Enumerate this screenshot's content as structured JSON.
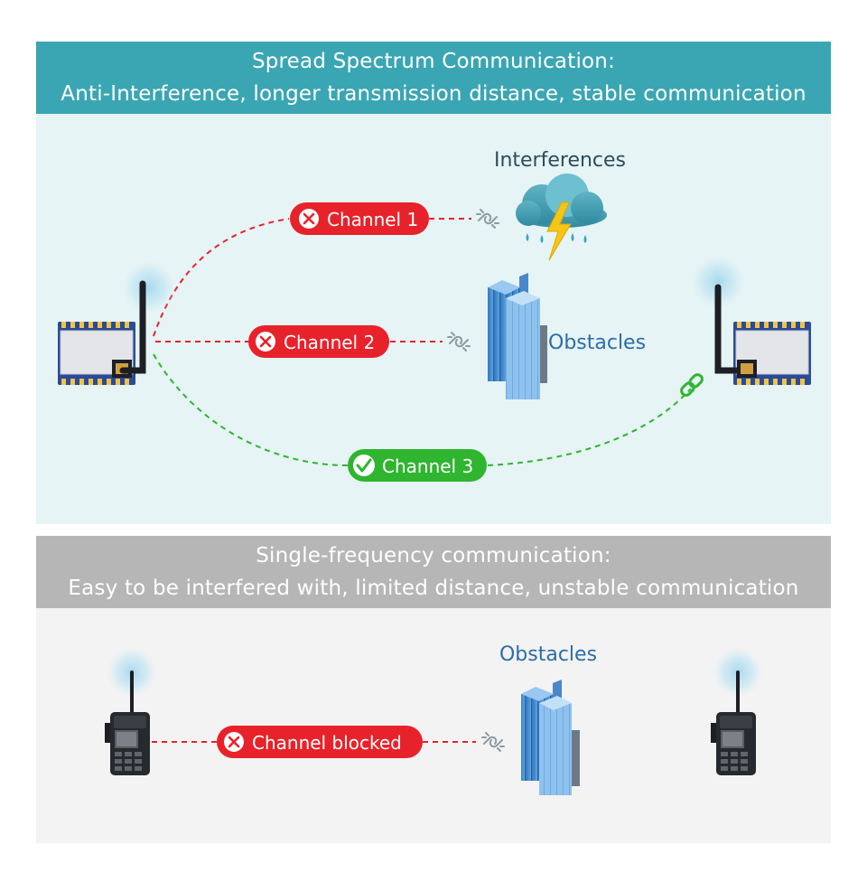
{
  "spread": {
    "title": "Spread Spectrum Communication:",
    "subtitle": "Anti-Interference, longer transmission distance, stable communication",
    "interferences_label": "Interferences",
    "obstacles_label": "Obstacles",
    "channel1": {
      "label": "Channel 1",
      "status": "blocked"
    },
    "channel2": {
      "label": "Channel 2",
      "status": "blocked"
    },
    "channel3": {
      "label": "Channel 3",
      "status": "connected"
    }
  },
  "single": {
    "title": "Single-frequency communication:",
    "subtitle": "Easy to be interfered with, limited distance, unstable communication",
    "obstacles_label": "Obstacles",
    "channel": {
      "label": "Channel blocked",
      "status": "blocked"
    }
  },
  "colors": {
    "spread_banner": "#3aa6b3",
    "single_banner": "#b6b6b6",
    "blocked": "#e8222a",
    "connected": "#2fb52f",
    "label_text": "#2c6da8"
  },
  "icons": {
    "blocked": "x-circle-icon",
    "connected": "check-icon",
    "broken_link": "broken-link-icon",
    "link": "chain-link-icon",
    "interference": "storm-cloud-icon",
    "obstacle": "building-icon"
  }
}
